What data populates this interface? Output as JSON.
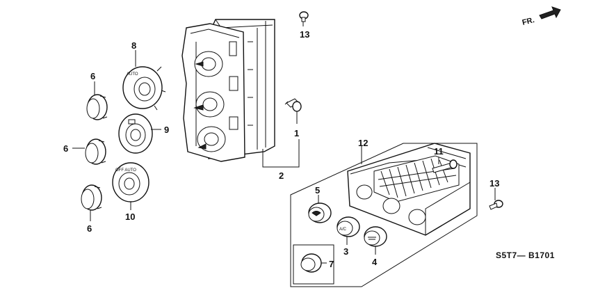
{
  "diagram_code": "S5T7— B1701",
  "direction_label": "FR.",
  "callouts": {
    "c1": "1",
    "c2": "2",
    "c3": "3",
    "c4": "4",
    "c5": "5",
    "c6a": "6",
    "c6b": "6",
    "c6c": "6",
    "c7": "7",
    "c8": "8",
    "c9": "9",
    "c10": "10",
    "c11": "11",
    "c12": "12",
    "c13a": "13",
    "c13b": "13"
  },
  "knob_text": {
    "auto": "AUTO",
    "off_auto": "OFF AUTO",
    "ac": "A/C"
  }
}
